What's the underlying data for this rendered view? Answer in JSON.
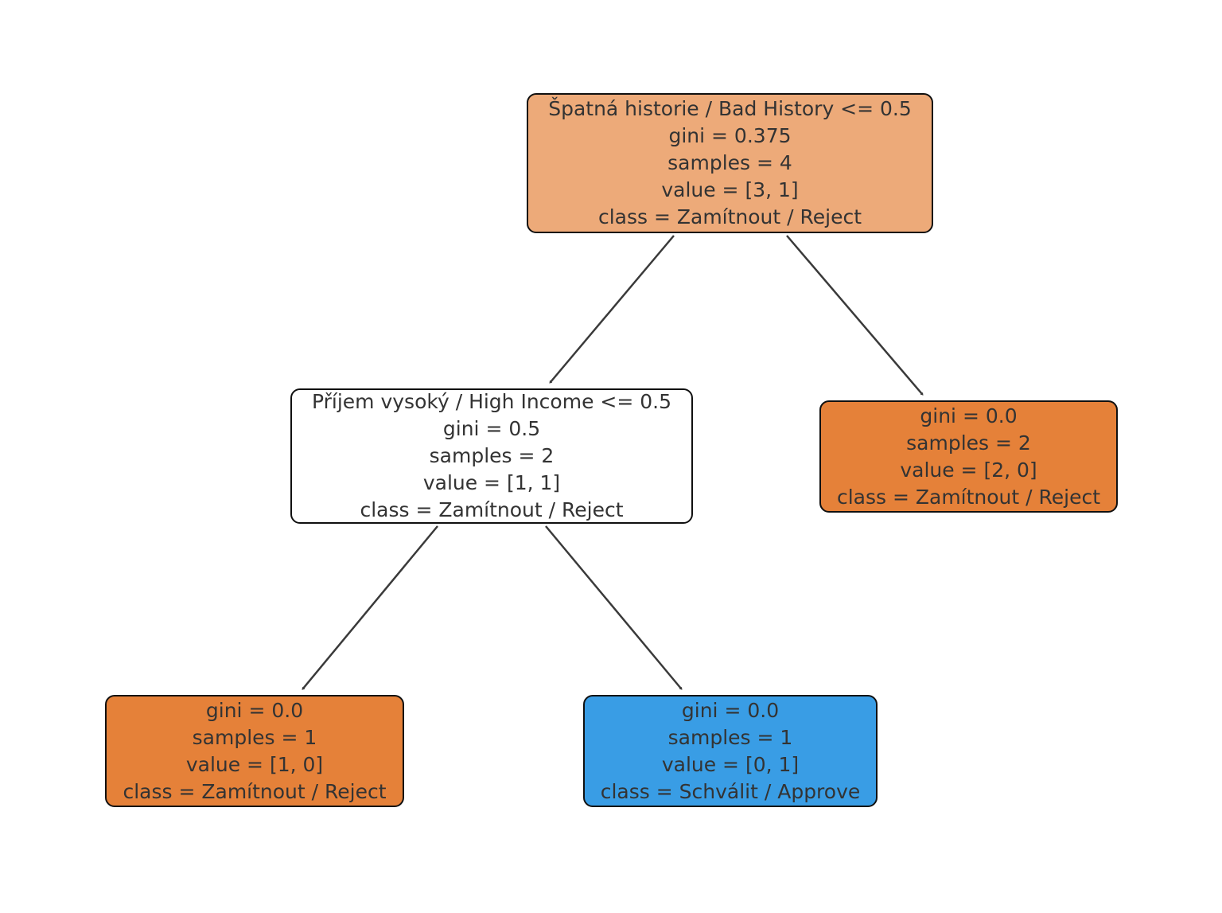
{
  "figure": {
    "background": "#ffffff",
    "text_color": "#333333",
    "node_border_color": "#101010",
    "arrow_color": "#3a3a3a"
  },
  "tree": {
    "nodes": [
      {
        "id": "root",
        "condition": "Špatná historie / Bad History <= 0.5",
        "gini": "gini = 0.375",
        "samples": "samples = 4",
        "value": "value = [3, 1]",
        "class_label": "class = Zamítnout / Reject",
        "fill": "#edaa79"
      },
      {
        "id": "income-split",
        "condition": "Příjem vysoký / High Income <= 0.5",
        "gini": "gini = 0.5",
        "samples": "samples = 2",
        "value": "value = [1, 1]",
        "class_label": "class = Zamítnout / Reject",
        "fill": "#ffffff"
      },
      {
        "id": "leaf-bad-history",
        "gini": "gini = 0.0",
        "samples": "samples = 2",
        "value": "value = [2, 0]",
        "class_label": "class = Zamítnout / Reject",
        "fill": "#e58139"
      },
      {
        "id": "leaf-low-income",
        "gini": "gini = 0.0",
        "samples": "samples = 1",
        "value": "value = [1, 0]",
        "class_label": "class = Zamítnout / Reject",
        "fill": "#e58139"
      },
      {
        "id": "leaf-high-income",
        "gini": "gini = 0.0",
        "samples": "samples = 1",
        "value": "value = [0, 1]",
        "class_label": "class = Schválit / Approve",
        "fill": "#399de5"
      }
    ]
  }
}
